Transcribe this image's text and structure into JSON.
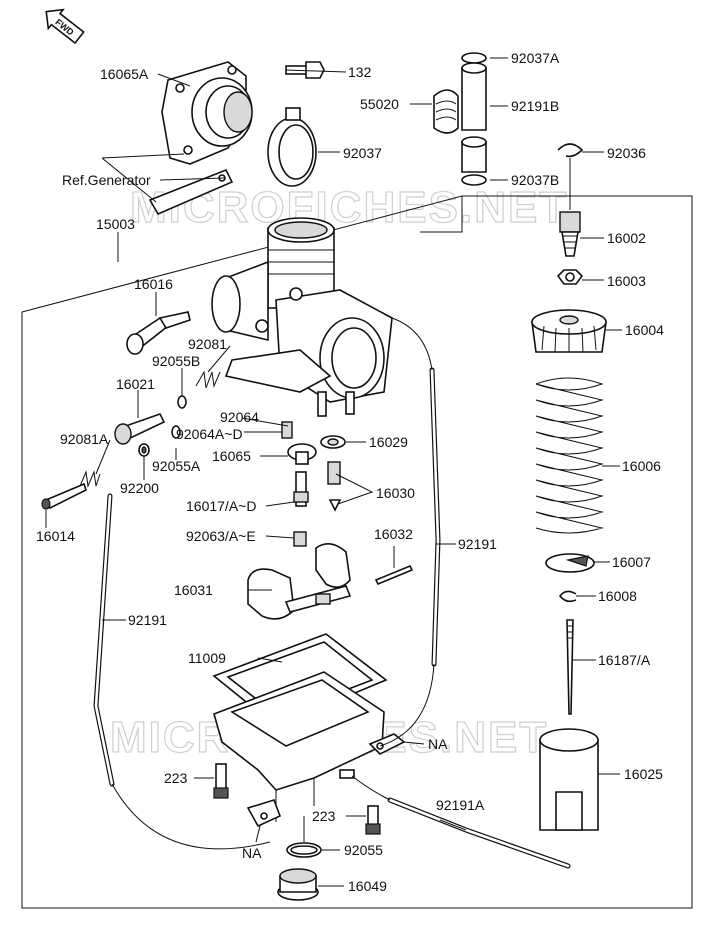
{
  "fwd_label": "FWD",
  "watermark": "MICROFICHES.NET",
  "labels": {
    "p16065A": "16065A",
    "p132": "132",
    "p92037A": "92037A",
    "p55020": "55020",
    "p92191B": "92191B",
    "p92037": "92037",
    "p92036": "92036",
    "refgen": "Ref.Generator",
    "p92037B": "92037B",
    "p15003": "15003",
    "p16002": "16002",
    "p16003": "16003",
    "p16016": "16016",
    "p16004": "16004",
    "p92081": "92081",
    "p92055B": "92055B",
    "p16021": "16021",
    "p92064": "92064",
    "p92064AD": "92064A~D",
    "p16029": "16029",
    "p92081A": "92081A",
    "p16065": "16065",
    "p16006": "16006",
    "p92055A": "92055A",
    "p92200": "92200",
    "p16030": "16030",
    "p16017AD": "16017/A~D",
    "p16014": "16014",
    "p92063AE": "92063/A~E",
    "p16032": "16032",
    "p92191_r": "92191",
    "p16007": "16007",
    "p16031": "16031",
    "p16008": "16008",
    "p92191_l": "92191",
    "p16187A": "16187/A",
    "p11009": "11009",
    "na_r": "NA",
    "p223_l": "223",
    "p16025": "16025",
    "p223_b": "223",
    "p92191A": "92191A",
    "na_b": "NA",
    "p92055": "92055",
    "p16049": "16049"
  }
}
